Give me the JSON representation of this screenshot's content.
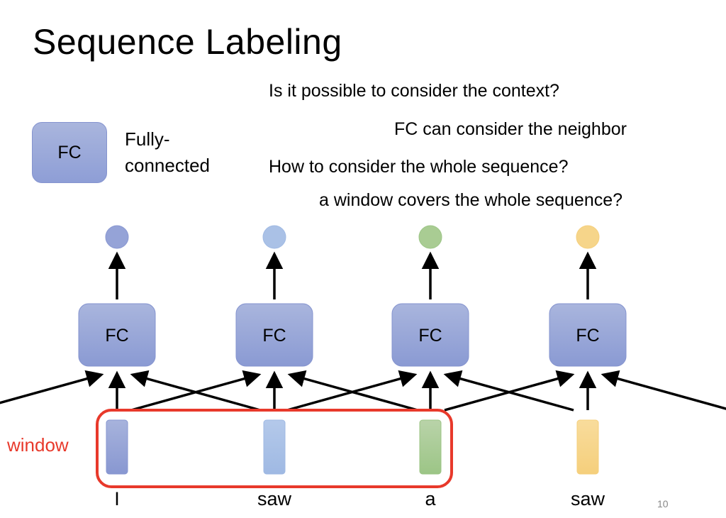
{
  "slide": {
    "title": "Sequence Labeling",
    "page_number": "10"
  },
  "notes": {
    "q1": "Is it possible to consider the context?",
    "a1": "FC can consider the neighbor",
    "q2": "How to consider the whole sequence?",
    "a2": "a window covers the whole sequence?"
  },
  "legend": {
    "box_label": "FC",
    "line1": "Fully-",
    "line2": "connected"
  },
  "window": {
    "label": "window",
    "color": "#e8392b",
    "covers_tokens": [
      0,
      1,
      2
    ]
  },
  "columns": [
    {
      "word": "I",
      "fc_label": "FC",
      "color_top": "#a7b3dc",
      "color_bottom": "#8897d1",
      "output_color": "#95a3d7"
    },
    {
      "word": "saw",
      "fc_label": "FC",
      "color_top": "#b4c9ea",
      "color_bottom": "#9fb9e3",
      "output_color": "#aac1e6"
    },
    {
      "word": "a",
      "fc_label": "FC",
      "color_top": "#b9d3a9",
      "color_bottom": "#9cc586",
      "output_color": "#a9cc93"
    },
    {
      "word": "saw",
      "fc_label": "FC",
      "color_top": "#f8dc9c",
      "color_bottom": "#f5cf7c",
      "output_color": "#f6d58a"
    }
  ],
  "colors": {
    "fc_top": "#a9b5dd",
    "fc_bottom": "#8a9ad3",
    "fc_border": "#8594cf",
    "arrow": "#000000"
  }
}
